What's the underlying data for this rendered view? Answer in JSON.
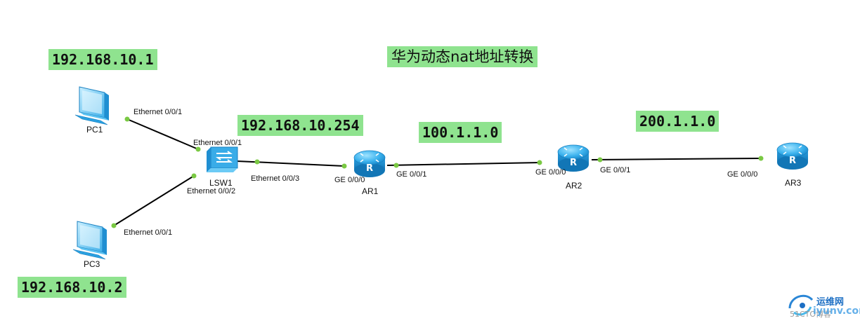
{
  "title": "华为动态nat地址转换",
  "subnet_labels": {
    "pc1_ip": "192.168.10.1",
    "pc3_ip": "192.168.10.2",
    "gateway_ip": "192.168.10.254",
    "link_ar1_ar2": "100.1.1.0",
    "link_ar2_ar3": "200.1.1.0"
  },
  "devices": {
    "pc1": "PC1",
    "pc3": "PC3",
    "lsw1": "LSW1",
    "ar1": "AR1",
    "ar2": "AR2",
    "ar3": "AR3"
  },
  "ports": {
    "pc1_eth": "Ethernet 0/0/1",
    "lsw1_eth1": "Ethernet 0/0/1",
    "lsw1_eth2": "Ethernet 0/0/2",
    "lsw1_eth3": "Ethernet 0/0/3",
    "pc3_eth": "Ethernet 0/0/1",
    "ar1_ge0": "GE 0/0/0",
    "ar1_ge1": "GE 0/0/1",
    "ar2_ge0": "GE 0/0/0",
    "ar2_ge1": "GE 0/0/1",
    "ar3_ge0": "GE 0/0/0"
  },
  "watermark": {
    "brand": "运维网",
    "site": "iyunv.com",
    "blog": "51CTO博客"
  },
  "colors": {
    "label_bg": "#8fe38f",
    "link_line": "#000000",
    "port_dot": "#7ac943",
    "device_blue": "#2aa7e8"
  }
}
